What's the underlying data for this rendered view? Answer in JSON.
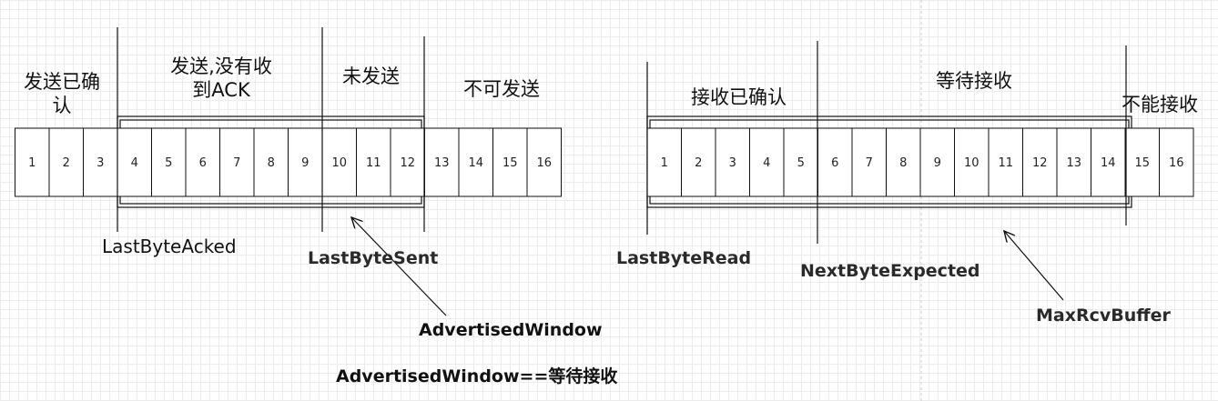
{
  "sender": {
    "cells": [
      "1",
      "2",
      "3",
      "4",
      "5",
      "6",
      "7",
      "8",
      "9",
      "10",
      "11",
      "12",
      "13",
      "14",
      "15",
      "16"
    ],
    "regions": {
      "acked": "发送已确认",
      "sent_unacked": "发送,没有收到ACK",
      "unsent": "未发送",
      "not_sendable": "不可发送"
    },
    "markers": {
      "last_byte_acked": "LastByteAcked",
      "last_byte_sent": "LastByteSent"
    }
  },
  "receiver": {
    "cells": [
      "1",
      "2",
      "3",
      "4",
      "5",
      "6",
      "7",
      "8",
      "9",
      "10",
      "11",
      "12",
      "13",
      "14",
      "15",
      "16"
    ],
    "regions": {
      "received_acked": "接收已确认",
      "waiting": "等待接收",
      "not_receivable": "不能接收"
    },
    "markers": {
      "last_byte_read": "LastByteRead",
      "next_byte_expected": "NextByteExpected",
      "max_rcv_buffer": "MaxRcvBuffer"
    }
  },
  "notes": {
    "advertised_window": "AdvertisedWindow",
    "advertised_window_eq": "AdvertisedWindow==等待接收"
  }
}
